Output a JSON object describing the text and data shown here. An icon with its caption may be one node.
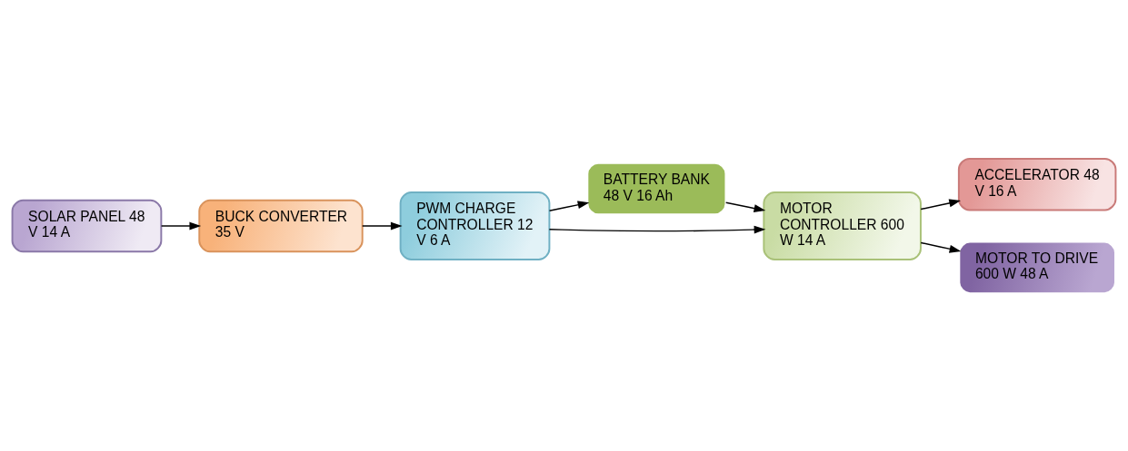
{
  "diagram": {
    "nodes": [
      {
        "text": [
          "SOLAR PANEL 48 V 14 A"
        ]
      },
      {
        "text": [
          "BUCK CONVERTER 35 V"
        ]
      },
      {
        "text": [
          "PWM CHARGE CONTROLLER 12 V 6 A"
        ]
      },
      {
        "text": [
          "BATTERY BANK 48 V 16 Ah"
        ]
      },
      {
        "text": [
          "MOTOR CONTROLLER 600 W 14 A"
        ]
      },
      {
        "text": [
          "ACCELERATOR 48 V 16 A"
        ]
      },
      {
        "text": [
          "MOTOR TO DRIVE 600 W 48 A"
        ]
      }
    ],
    "edges": [
      {
        "from": 0,
        "to": 1,
        "arrow": "to"
      },
      {
        "from": 1,
        "to": 2,
        "arrow": "to"
      },
      {
        "from": 2,
        "to": 3,
        "arrow": "to"
      },
      {
        "from": 2,
        "to": 4,
        "arrow": "to"
      },
      {
        "from": 3,
        "to": 4,
        "arrow": "to"
      },
      {
        "from": 4,
        "to": 5,
        "arrow": "to"
      },
      {
        "from": 4,
        "to": 6,
        "arrow": "to"
      }
    ]
  }
}
